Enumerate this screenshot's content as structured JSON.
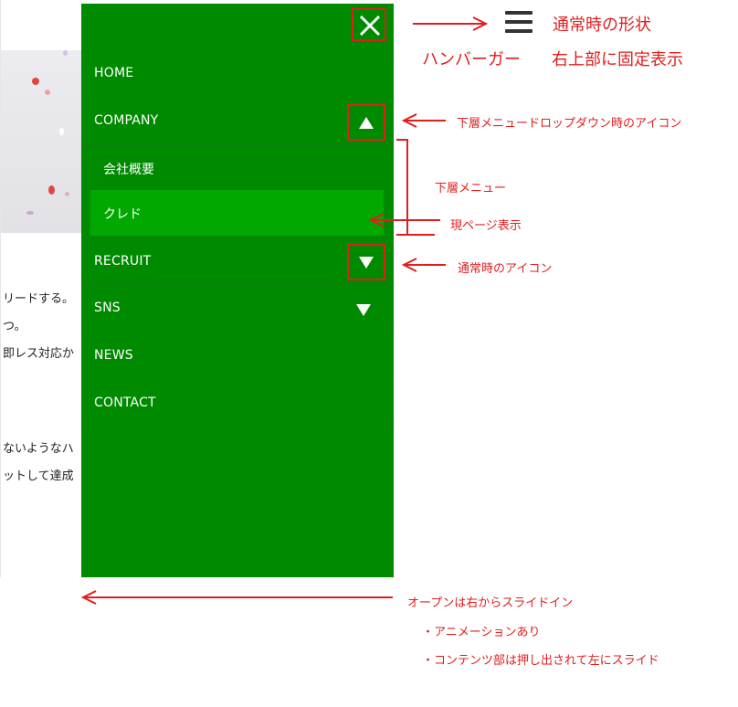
{
  "page": {
    "content_lines": [
      "リードする。",
      "つ。",
      "即レス対応か",
      "ないようなハ",
      "ットして達成"
    ]
  },
  "drawer": {
    "close_icon": "close-icon",
    "items": [
      {
        "label": "HOME"
      },
      {
        "label": "COMPANY",
        "icon": "triangle-up-icon"
      },
      {
        "label": "RECRUIT",
        "icon": "triangle-down-icon"
      },
      {
        "label": "SNS",
        "icon": "triangle-down-icon"
      },
      {
        "label": "NEWS"
      },
      {
        "label": "CONTACT"
      }
    ],
    "submenu": [
      {
        "label": "会社概要"
      },
      {
        "label": "クレド",
        "current": true
      }
    ],
    "colors": {
      "background": "#008a00",
      "current": "#00a800",
      "annotation": "#e21d1d"
    }
  },
  "annotations": {
    "normal_shape": "通常時の形状",
    "hamburger": "ハンバーガー",
    "fixed": "右上部に固定表示",
    "dropdown_icon": "下層メニュードロップダウン時のアイコン",
    "submenu": "下層メニュー",
    "current_page": "現ページ表示",
    "normal_icon": "通常時のアイコン",
    "slide_in": "オープンは右からスライドイン",
    "animation": "・アニメーションあり",
    "push_content": "・コンテンツ部は押し出されて左にスライド"
  }
}
